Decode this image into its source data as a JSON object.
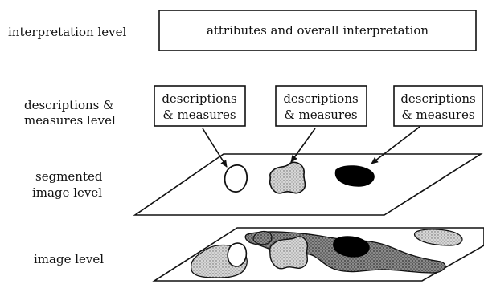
{
  "levels": {
    "interpretation": "interpretation level",
    "descriptions_line1": "descriptions &",
    "descriptions_line2": "measures level",
    "segmented_line1": "segmented",
    "segmented_line2": "image level",
    "image": "image level"
  },
  "top_box": {
    "label": "attributes and overall interpretation"
  },
  "desc_boxes": [
    {
      "line1": "descriptions",
      "line2": "& measures"
    },
    {
      "line1": "descriptions",
      "line2": "& measures"
    },
    {
      "line1": "descriptions",
      "line2": "& measures"
    }
  ],
  "colors": {
    "ink": "#111111",
    "light_gray": "#bdbdbd",
    "dark_gray": "#7a7a7a",
    "black": "#000000"
  }
}
